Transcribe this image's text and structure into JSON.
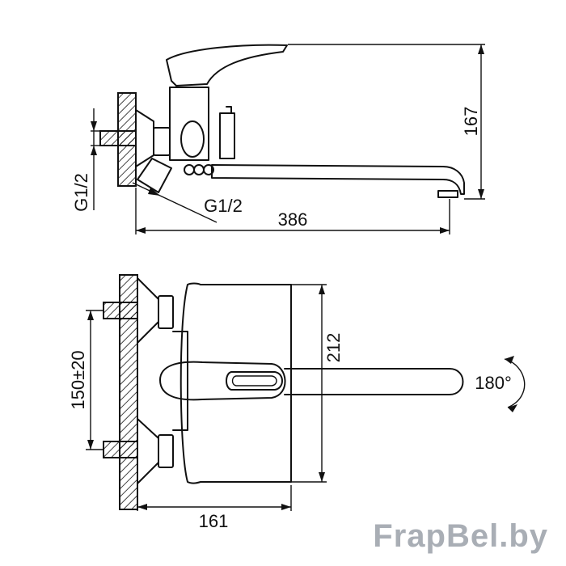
{
  "dimensions": {
    "side_height": "167",
    "side_length": "386",
    "thread_vertical": "G1/2",
    "thread_angled": "G1/2",
    "front_height": "212",
    "front_spacing": "150±20",
    "front_depth": "161",
    "rotation": "180°"
  },
  "watermark": "FrapBel.by"
}
